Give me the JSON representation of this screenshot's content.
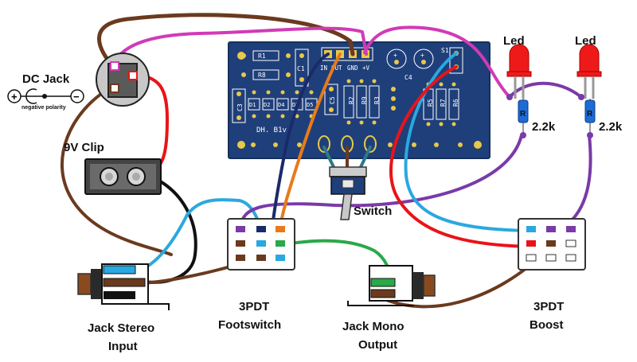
{
  "labels": {
    "dc_jack": "DC Jack",
    "negative_polarity": "negative polarity",
    "clip": "9V Clip",
    "led_left": "Led",
    "led_right": "Led",
    "res_left": "2.2k",
    "res_right": "2.2k",
    "switch": "Switch",
    "jack_stereo_1": "Jack Stereo",
    "jack_stereo_2": "Input",
    "footswitch_1": "3PDT",
    "footswitch_2": "Footswitch",
    "jack_mono_1": "Jack Mono",
    "jack_mono_2": "Output",
    "boost_1": "3PDT",
    "boost_2": "Boost",
    "res_letter_left": "R",
    "res_letter_right": "R",
    "plus_sign": "+",
    "minus_sign": "−"
  },
  "pcb": {
    "board_name": "DH. B1v",
    "pad_in": "IN",
    "pad_out": "OUT",
    "pad_gnd": "GND",
    "pad_v": "+V",
    "s1": "S1",
    "r1": "R1",
    "r8": "R8",
    "c1": "C1",
    "c3": "C3",
    "c4": "C4",
    "c5": "C5",
    "d1": "D1",
    "d2": "D2",
    "d4": "D4",
    "d3": "D3",
    "d5": "D5",
    "r2": "R2",
    "r9": "R9",
    "r3": "R3",
    "r5": "R5",
    "r7": "R7",
    "r6": "R6"
  },
  "colors": {
    "pcb": "#1f3f7a",
    "pad": "#e8c84a",
    "wire_brown": "#6b3a1e",
    "wire_magenta": "#d13ab7",
    "wire_red": "#e8141a",
    "wire_black": "#111111",
    "wire_blue": "#2aa8e0",
    "wire_purple": "#7a3aa8",
    "wire_orange": "#e87a1a",
    "wire_navy": "#1a2a6b",
    "wire_green": "#2aa84a",
    "wire_teal": "#2a7a8a",
    "led_red": "#ee1a1a",
    "resistor_blue": "#1e6bd6"
  }
}
